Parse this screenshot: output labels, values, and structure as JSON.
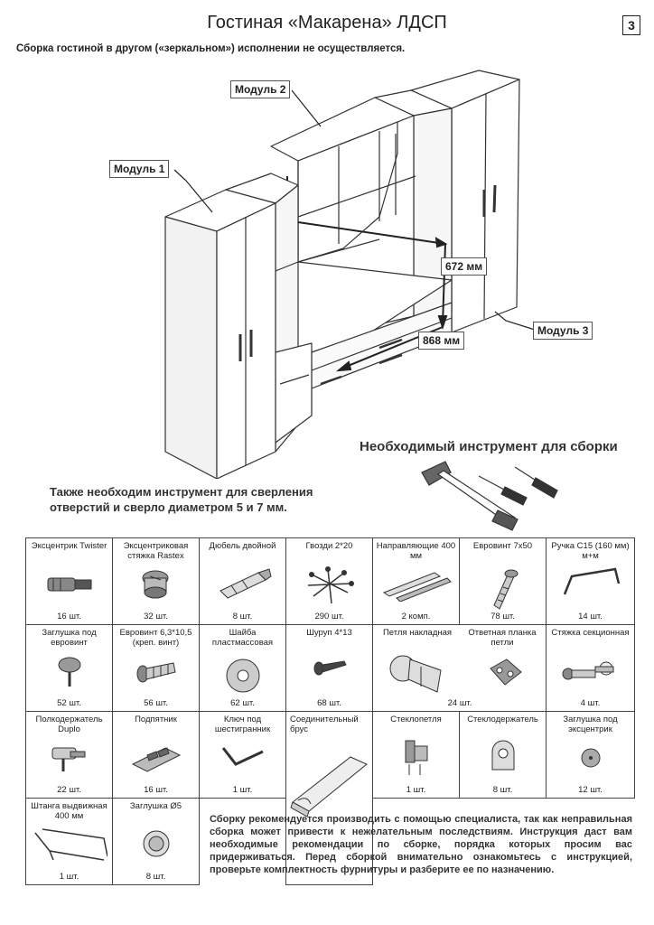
{
  "header": {
    "title": "Гостиная «Макарена» ЛДСП",
    "page_number": "3",
    "subtitle": "Сборка гостиной в другом («зеркальном») исполнении не осуществляется."
  },
  "diagram": {
    "module1": "Модуль 1",
    "module2": "Модуль 2",
    "module3": "Модуль 3",
    "height_dim": "672 мм",
    "width_dim": "868 мм"
  },
  "tools": {
    "title": "Необходимый инструмент для сборки",
    "drill_note": "Также необходим инструмент для сверления отверстий и сверло диаметром 5 и 7 мм.",
    "icons": [
      "hammer-icon",
      "screwdriver-icon",
      "screwdriver-icon"
    ]
  },
  "hardware": [
    {
      "name": "Эксцентрик Twister",
      "qty": "16 шт.",
      "icon": "eccentric-icon"
    },
    {
      "name": "Эксцентриковая стяжка Rastex",
      "qty": "32 шт.",
      "icon": "rastex-icon"
    },
    {
      "name": "Дюбель двойной",
      "qty": "8 шт.",
      "icon": "dowel-icon"
    },
    {
      "name": "Гвозди 2*20",
      "qty": "290 шт.",
      "icon": "nails-icon"
    },
    {
      "name": "Направляющие 400 мм",
      "qty": "2 комп.",
      "icon": "drawer-slide-icon"
    },
    {
      "name": "Евровинт 7x50",
      "qty": "78 шт.",
      "icon": "euro-screw-icon"
    },
    {
      "name": "Ручка С15 (160 мм) м+м",
      "qty": "14 шт.",
      "icon": "handle-icon"
    },
    {
      "name": "Заглушка под евровинт",
      "qty": "52 шт.",
      "icon": "cap-icon"
    },
    {
      "name": "Евровинт 6,3*10,5 (креп. винт)",
      "qty": "56 шт.",
      "icon": "short-screw-icon"
    },
    {
      "name": "Шайба пластмассовая",
      "qty": "62 шт.",
      "icon": "washer-icon"
    },
    {
      "name": "Шуруп 4*13",
      "qty": "68 шт.",
      "icon": "wood-screw-icon"
    },
    {
      "name": "Петля накладная",
      "qty": "24 шт.",
      "icon": "hinge-icon"
    },
    {
      "name": "Ответная планка петли",
      "qty": "",
      "icon": "hinge-plate-icon"
    },
    {
      "name": "Стяжка секционная",
      "qty": "4 шт.",
      "icon": "section-connector-icon"
    },
    {
      "name": "Полкодержатель Duplo",
      "qty": "22 шт.",
      "icon": "shelf-support-icon"
    },
    {
      "name": "Подпятник",
      "qty": "16 шт.",
      "icon": "glide-icon"
    },
    {
      "name": "Ключ под шестигранник",
      "qty": "1 шт.",
      "icon": "hex-key-icon"
    },
    {
      "name": "Соединительный брус",
      "qty": "",
      "icon": "connecting-bar-icon"
    },
    {
      "name": "Стеклопетля",
      "qty": "1 шт.",
      "icon": "glass-hinge-icon"
    },
    {
      "name": "Стеклодержатель",
      "qty": "8 шт.",
      "icon": "glass-holder-icon"
    },
    {
      "name": "Заглушка под эксцентрик",
      "qty": "12 шт.",
      "icon": "eccentric-cap-icon"
    },
    {
      "name": "Штанга выдвижная 400 мм",
      "qty": "1 шт.",
      "icon": "pull-out-rod-icon"
    },
    {
      "name": "Заглушка Ø5",
      "qty": "8 шт.",
      "icon": "plug-icon"
    }
  ],
  "note": "Сборку рекомендуется производить с помощью специалиста, так как неправильная сборка может привести к нежелательным последствиям. Инструкция даст вам необходимые рекомендации по сборке, порядка которых просим вас придерживаться. Перед сборкой внимательно ознакомьтесь с инструкцией, проверьте комплектность фурнитуры и разберите ее по назначению."
}
